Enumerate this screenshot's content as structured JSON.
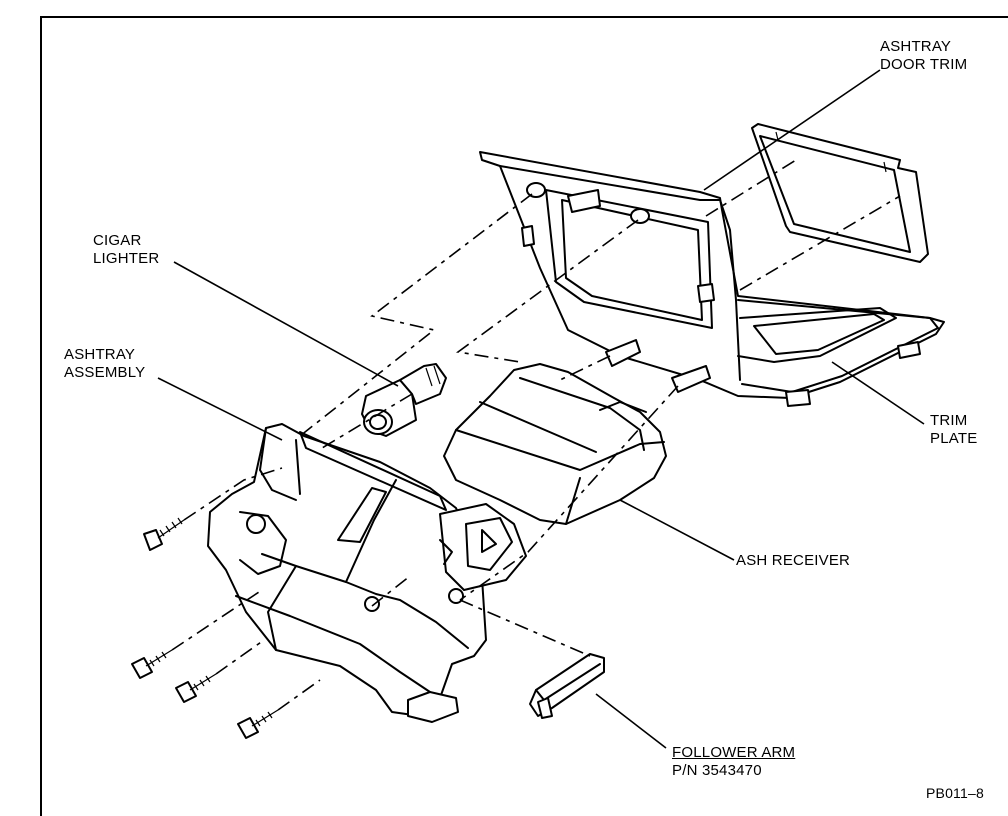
{
  "labels": {
    "ashtray_door_trim_line1": "ASHTRAY",
    "ashtray_door_trim_line2": "DOOR TRIM",
    "cigar_lighter_line1": "CIGAR",
    "cigar_lighter_line2": "LIGHTER",
    "ashtray_assembly_line1": "ASHTRAY",
    "ashtray_assembly_line2": "ASSEMBLY",
    "trim_plate_line1": "TRIM",
    "trim_plate_line2": "PLATE",
    "ash_receiver": "ASH RECEIVER",
    "follower_arm": "FOLLOWER ARM",
    "part_number": "P/N 3543470",
    "figure_code": "PB011–8"
  }
}
